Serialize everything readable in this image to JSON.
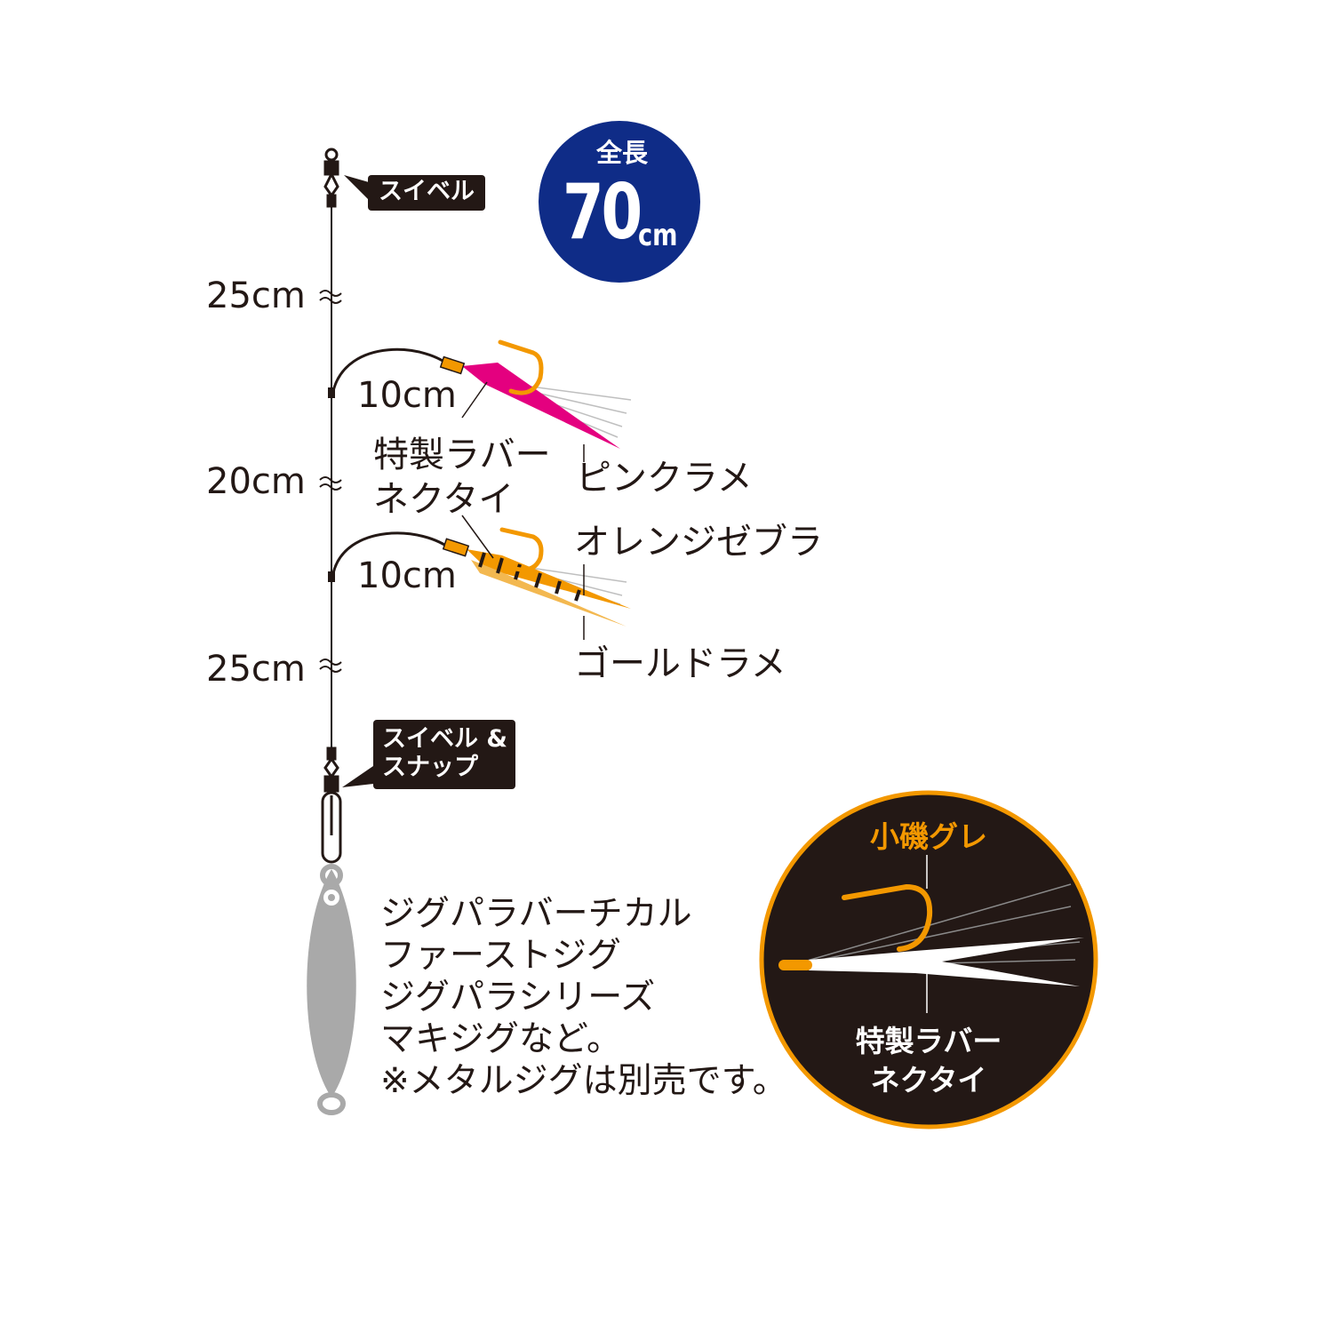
{
  "total_length": {
    "title": "全長",
    "value": "70",
    "unit": "cm"
  },
  "colors": {
    "ink": "#231815",
    "badge": "#0F2C87",
    "pink": "#E4007F",
    "gold": "#F39800",
    "jig": "#A9A9A9"
  },
  "swivel_top": {
    "label": "スイベル"
  },
  "swivel_snap": {
    "line1": "スイベル &",
    "line2": "スナップ"
  },
  "segments": {
    "top": "25cm",
    "middle": "20cm",
    "bottom": "25cm"
  },
  "branches": {
    "upper": "10cm",
    "lower": "10cm"
  },
  "special_tie": {
    "line1": "特製ラバー",
    "line2": "ネクタイ"
  },
  "lures": {
    "pink": "ピンクラメ",
    "orange_zebra": "オレンジゼブラ",
    "gold": "ゴールドラメ"
  },
  "compatible_jigs": [
    "ジグパラバーチカル",
    "ファーストジグ",
    "ジグパラシリーズ",
    "マキジグなど。",
    "※メタルジグは別売です。"
  ],
  "inset": {
    "hook_name": "小磯グレ",
    "line1": "特製ラバー",
    "line2": "ネクタイ"
  },
  "icons": [
    "swivel-icon",
    "snap-icon",
    "hook-icon",
    "metal-jig-icon"
  ]
}
